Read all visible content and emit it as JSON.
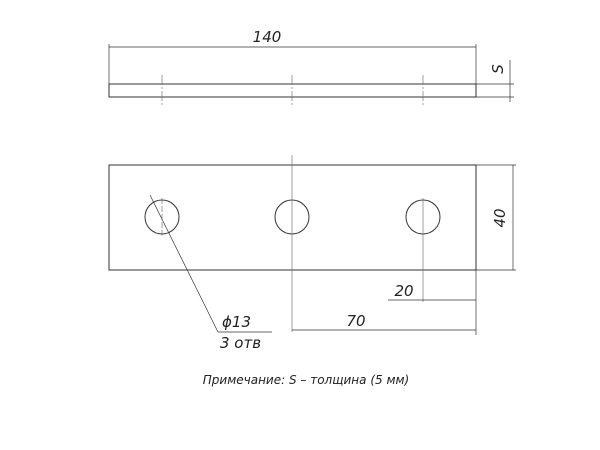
{
  "drawing": {
    "dims": {
      "length": "140",
      "thickness": "S",
      "width": "40",
      "edge_offset": "20",
      "hole_pitch": "70",
      "hole_diameter": "ϕ13",
      "hole_count": "3 отв"
    },
    "note": "Примечание: S – толщина (5 мм)",
    "line_color": "#333333"
  }
}
